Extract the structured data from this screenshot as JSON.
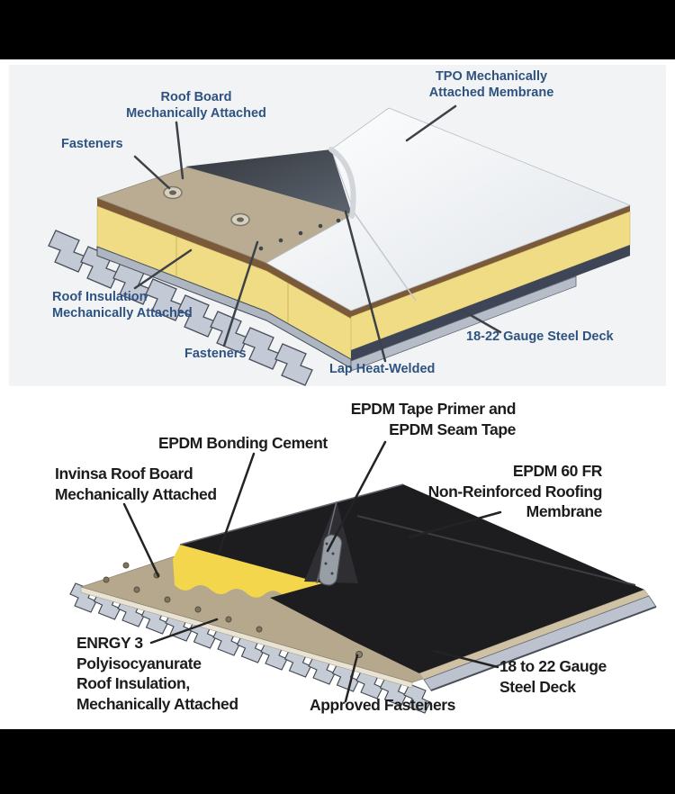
{
  "page": {
    "description": "Two stacked roofing system cutaway diagrams with callout labels",
    "letterbox_color": "#000000"
  },
  "top_diagram": {
    "name": "TPO mechanically attached roof system",
    "background": "#f2f3f5",
    "label_color": "#2e5380",
    "labels": {
      "roof_board": "Roof Board\nMechanically Attached",
      "fasteners_top": "Fasteners",
      "tpo_membrane": "TPO Mechanically\nAttached Membrane",
      "roof_insulation": "Roof Insulation\nMechanically Attached",
      "fasteners_bottom": "Fasteners",
      "lap_heat_welded": "Lap Heat-Welded",
      "steel_deck": "18-22 Gauge Steel Deck"
    },
    "colors": {
      "membrane_white": "#f4f6f8",
      "membrane_underside": "#474c55",
      "roof_board_tan": "#b9ac92",
      "insulation_yellow": "#f0dc84",
      "board_edge_brown": "#7a5a38",
      "steel_deck_gray": "#c3cad5"
    }
  },
  "bottom_diagram": {
    "name": "EPDM non-reinforced roof system",
    "background": "#ffffff",
    "label_color": "#1c1c1c",
    "labels": {
      "bonding_cement": "EPDM Bonding Cement",
      "invinsa_board": "Invinsa Roof Board\nMechanically Attached",
      "tape_primer": "EPDM Tape Primer and\nEPDM Seam Tape",
      "epdm_membrane": "EPDM 60 FR\nNon-Reinforced Roofing\nMembrane",
      "enrgy_insulation": "ENRGY 3\nPolyisocyanurate\nRoof Insulation,\nMechanically Attached",
      "approved_fasteners": "Approved Fasteners",
      "steel_deck": "18 to 22 Gauge\nSteel Deck"
    },
    "colors": {
      "epdm_black": "#1d1d20",
      "bonding_cement_yellow": "#f3d64b",
      "roof_board_tan": "#b5a88d",
      "steel_deck_gray": "#c6ccd6"
    }
  }
}
